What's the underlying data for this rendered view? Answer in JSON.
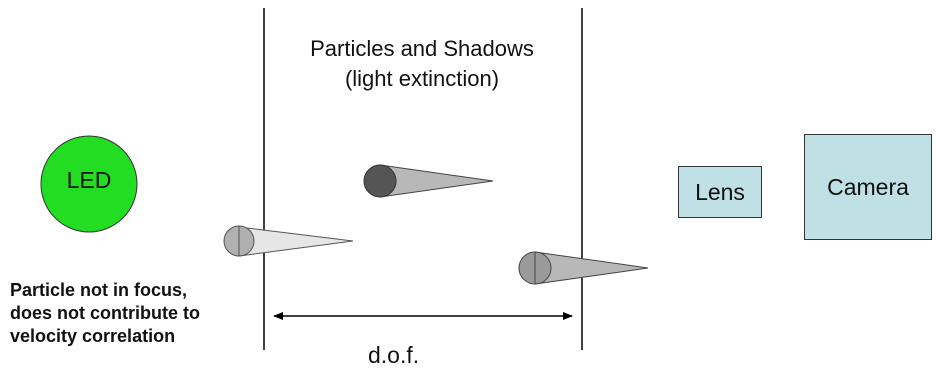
{
  "title": {
    "line1": "Particles and Shadows",
    "line2": "(light extinction)"
  },
  "led": {
    "label": "LED",
    "color": "#22dd22"
  },
  "lens": {
    "label": "Lens",
    "color": "#bfe0e4"
  },
  "camera": {
    "label": "Camera",
    "color": "#bfe0e4"
  },
  "note": {
    "line1": "Particle not in focus,",
    "line2": "does not contribute to",
    "line3": "velocity correlation"
  },
  "dof": {
    "label": "d.o.f."
  }
}
